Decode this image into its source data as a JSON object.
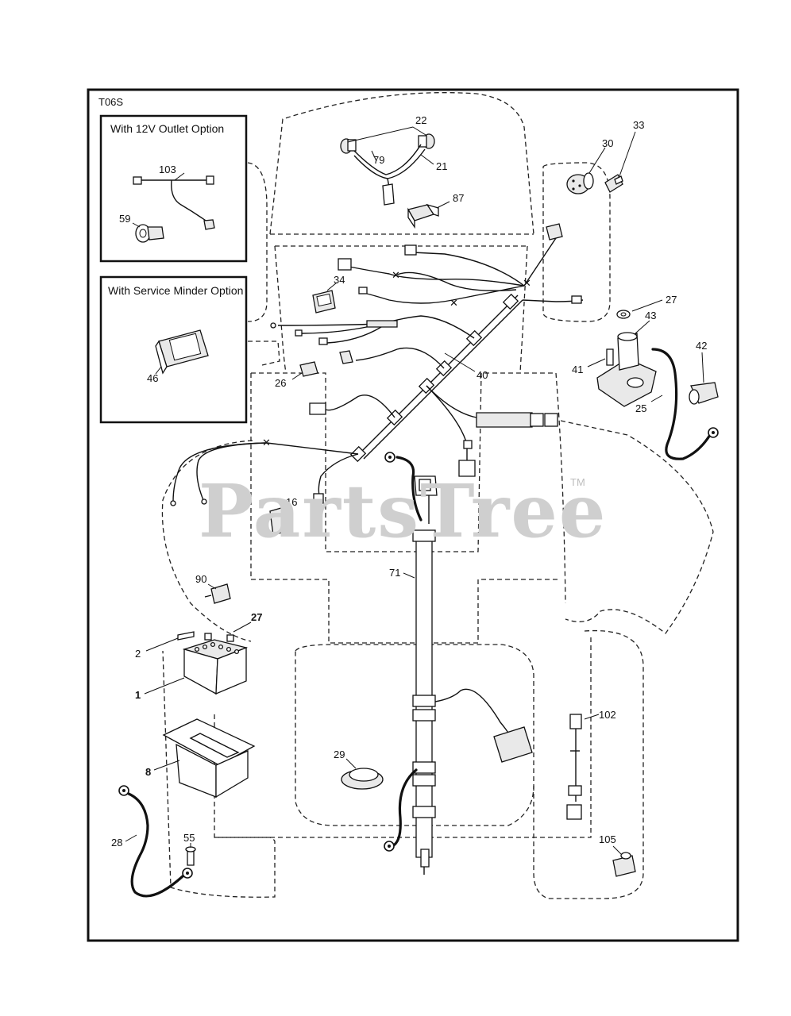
{
  "diagram": {
    "code": "T06S",
    "watermark": "PartsTree",
    "trademark": "TM",
    "option_boxes": [
      {
        "title": "With 12V Outlet Option"
      },
      {
        "title": "With Service Minder Option"
      }
    ],
    "callouts": {
      "c22": "22",
      "c79": "79",
      "c21": "21",
      "c87": "87",
      "c33": "33",
      "c30": "30",
      "c103": "103",
      "c59": "59",
      "c34": "34",
      "c46": "46",
      "c27a": "27",
      "c43": "43",
      "c42": "42",
      "c41": "41",
      "c25": "25",
      "c26": "26",
      "c40": "40",
      "c16": "16",
      "c71": "71",
      "c90": "90",
      "c27b": "27",
      "c2": "2",
      "c1": "1",
      "c8": "8",
      "c29": "29",
      "c102": "102",
      "c28": "28",
      "c55": "55",
      "c105": "105"
    }
  }
}
